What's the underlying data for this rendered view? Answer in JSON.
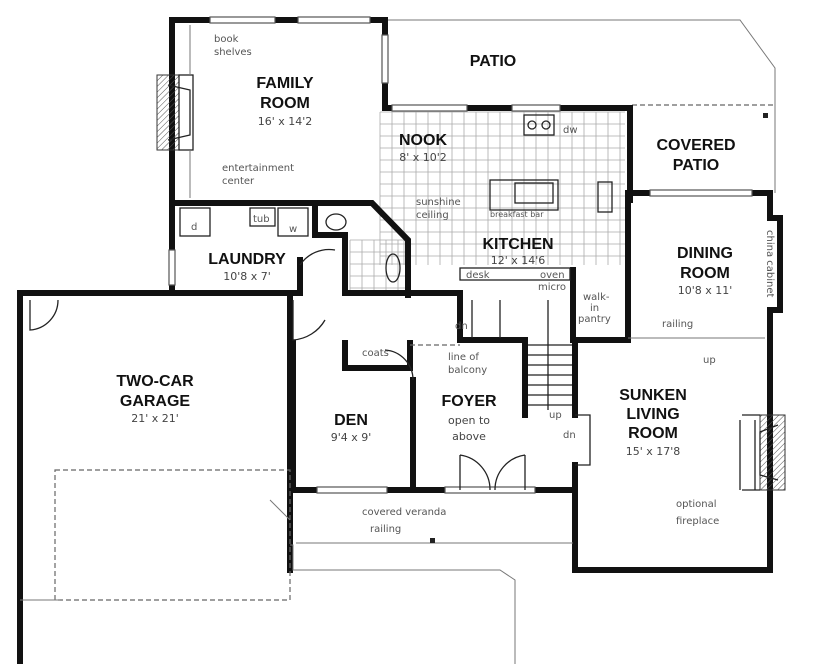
{
  "rooms": {
    "family_room": {
      "name_line1": "FAMILY",
      "name_line2": "ROOM",
      "size": "16' x 14'2"
    },
    "patio": {
      "name": "PATIO"
    },
    "nook": {
      "name": "NOOK",
      "size": "8' x 10'2"
    },
    "covered_patio": {
      "name_line1": "COVERED",
      "name_line2": "PATIO"
    },
    "kitchen": {
      "name": "KITCHEN",
      "size": "12' x 14'6"
    },
    "dining_room": {
      "name_line1": "DINING",
      "name_line2": "ROOM",
      "size": "10'8 x 11'"
    },
    "laundry": {
      "name": "LAUNDRY",
      "size": "10'8 x 7'"
    },
    "garage": {
      "name_line1": "TWO-CAR",
      "name_line2": "GARAGE",
      "size": "21' x 21'"
    },
    "den": {
      "name": "DEN",
      "size": "9'4 x 9'"
    },
    "foyer": {
      "name": "FOYER",
      "note_line1": "open to",
      "note_line2": "above"
    },
    "living_room": {
      "name_line1": "SUNKEN",
      "name_line2": "LIVING",
      "name_line3": "ROOM",
      "size": "15' x 17'8"
    }
  },
  "notes": {
    "book_shelves_1": "book",
    "book_shelves_2": "shelves",
    "entertainment_1": "entertainment",
    "entertainment_2": "center",
    "dw": "dw",
    "sunshine_1": "sunshine",
    "sunshine_2": "ceiling",
    "breakfast_bar": "breakfast bar",
    "desk": "desk",
    "oven_1": "oven",
    "oven_2": "micro",
    "pantry_1": "walk-",
    "pantry_2": "in",
    "pantry_3": "pantry",
    "china_cabinet": "china cabinet",
    "railing_dining": "railing",
    "up_dining": "up",
    "dryer": "d",
    "tub": "tub",
    "washer": "w",
    "coats": "coats",
    "balcony_1": "line of",
    "balcony_2": "balcony",
    "stair_dn": "dn",
    "stair_up": "up",
    "living_dn": "dn",
    "veranda": "covered veranda",
    "railing_veranda": "railing",
    "fireplace_1": "optional",
    "fireplace_2": "fireplace"
  }
}
